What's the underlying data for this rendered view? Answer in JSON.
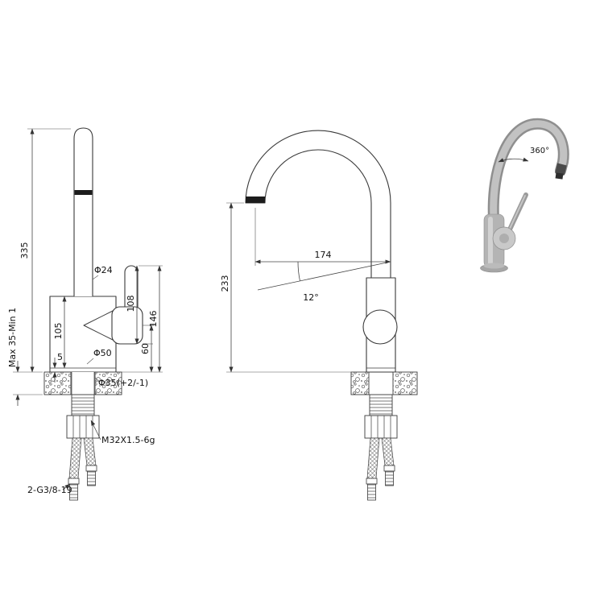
{
  "drawing": {
    "title": "kitchen-faucet-technical-drawing",
    "line_color": "#3a3a3a",
    "background": "#ffffff"
  },
  "front_view": {
    "dims": {
      "height_335": "335",
      "deck_range": "Max 35-Min 1",
      "spout_dia": "Φ24",
      "body_105": "105",
      "flange_5": "5",
      "handle_108": "108",
      "overall_146": "146",
      "body_60": "60",
      "base_dia": "Φ50",
      "hole_dia": "Φ35(+2/-1)",
      "shank_thread": "M32X1.5-6g",
      "hose_thread": "2-G3/8-19"
    }
  },
  "side_view": {
    "dims": {
      "reach_174": "174",
      "height_233": "233",
      "spout_angle": "12°"
    }
  },
  "perspective_view": {
    "rotation": "360°"
  }
}
